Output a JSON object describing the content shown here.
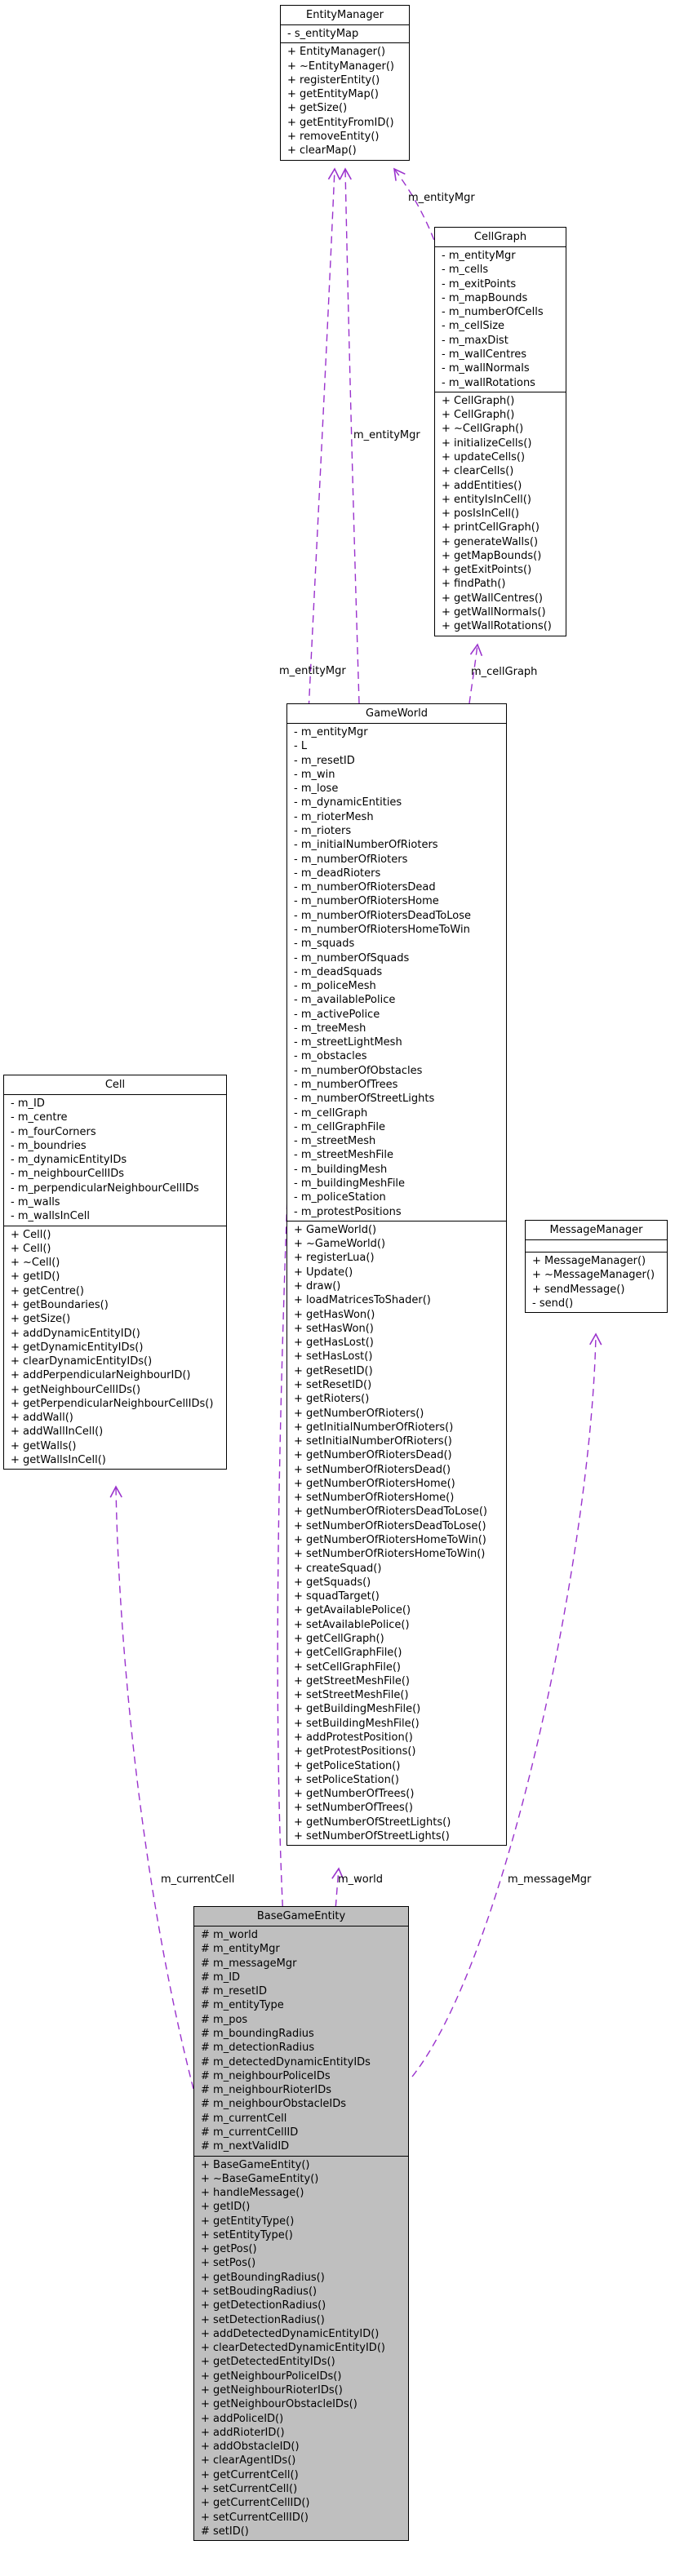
{
  "classes": {
    "entity_manager": {
      "name": "EntityManager",
      "attributes": [
        "- s_entityMap"
      ],
      "methods": [
        "+ EntityManager()",
        "+ ~EntityManager()",
        "+ registerEntity()",
        "+ getEntityMap()",
        "+ getSize()",
        "+ getEntityFromID()",
        "+ removeEntity()",
        "+ clearMap()"
      ]
    },
    "cell_graph": {
      "name": "CellGraph",
      "attributes": [
        "- m_entityMgr",
        "- m_cells",
        "- m_exitPoints",
        "- m_mapBounds",
        "- m_numberOfCells",
        "- m_cellSize",
        "- m_maxDist",
        "- m_wallCentres",
        "- m_wallNormals",
        "- m_wallRotations"
      ],
      "methods": [
        "+ CellGraph()",
        "+ CellGraph()",
        "+ ~CellGraph()",
        "+ initializeCells()",
        "+ updateCells()",
        "+ clearCells()",
        "+ addEntities()",
        "+ entityIsInCell()",
        "+ posIsInCell()",
        "+ printCellGraph()",
        "+ generateWalls()",
        "+ getMapBounds()",
        "+ getExitPoints()",
        "+ findPath()",
        "+ getWallCentres()",
        "+ getWallNormals()",
        "+ getWallRotations()"
      ]
    },
    "game_world": {
      "name": "GameWorld",
      "attributes": [
        "- m_entityMgr",
        "- L",
        "- m_resetID",
        "- m_win",
        "- m_lose",
        "- m_dynamicEntities",
        "- m_rioterMesh",
        "- m_rioters",
        "- m_initialNumberOfRioters",
        "- m_numberOfRioters",
        "- m_deadRioters",
        "- m_numberOfRiotersDead",
        "- m_numberOfRiotersHome",
        "- m_numberOfRiotersDeadToLose",
        "- m_numberOfRiotersHomeToWin",
        "- m_squads",
        "- m_numberOfSquads",
        "- m_deadSquads",
        "- m_policeMesh",
        "- m_availablePolice",
        "- m_activePolice",
        "- m_treeMesh",
        "- m_streetLightMesh",
        "- m_obstacles",
        "- m_numberOfObstacles",
        "- m_numberOfTrees",
        "- m_numberOfStreetLights",
        "- m_cellGraph",
        "- m_cellGraphFile",
        "- m_streetMesh",
        "- m_streetMeshFile",
        "- m_buildingMesh",
        "- m_buildingMeshFile",
        "- m_policeStation",
        "- m_protestPositions"
      ],
      "methods": [
        "+ GameWorld()",
        "+ ~GameWorld()",
        "+ registerLua()",
        "+ Update()",
        "+ draw()",
        "+ loadMatricesToShader()",
        "+ getHasWon()",
        "+ setHasWon()",
        "+ getHasLost()",
        "+ setHasLost()",
        "+ getResetID()",
        "+ setResetID()",
        "+ getRioters()",
        "+ getNumberOfRioters()",
        "+ getInitialNumberOfRioters()",
        "+ setInitialNumberOfRioters()",
        "+ getNumberOfRiotersDead()",
        "+ setNumberOfRiotersDead()",
        "+ getNumberOfRiotersHome()",
        "+ setNumberOfRiotersHome()",
        "+ getNumberOfRiotersDeadToLose()",
        "+ setNumberOfRiotersDeadToLose()",
        "+ getNumberOfRiotersHomeToWin()",
        "+ setNumberOfRiotersHomeToWin()",
        "+ createSquad()",
        "+ getSquads()",
        "+ squadTarget()",
        "+ getAvailablePolice()",
        "+ setAvailablePolice()",
        "+ getCellGraph()",
        "+ getCellGraphFile()",
        "+ setCellGraphFile()",
        "+ getStreetMeshFile()",
        "+ setStreetMeshFile()",
        "+ getBuildingMeshFile()",
        "+ setBuildingMeshFile()",
        "+ addProtestPosition()",
        "+ getProtestPositions()",
        "+ getPoliceStation()",
        "+ setPoliceStation()",
        "+ getNumberOfTrees()",
        "+ setNumberOfTrees()",
        "+ getNumberOfStreetLights()",
        "+ setNumberOfStreetLights()"
      ]
    },
    "cell": {
      "name": "Cell",
      "attributes": [
        "- m_ID",
        "- m_centre",
        "- m_fourCorners",
        "- m_boundries",
        "- m_dynamicEntityIDs",
        "- m_neighbourCellIDs",
        "- m_perpendicularNeighbourCellIDs",
        "- m_walls",
        "- m_wallsInCell"
      ],
      "methods": [
        "+ Cell()",
        "+ Cell()",
        "+ ~Cell()",
        "+ getID()",
        "+ getCentre()",
        "+ getBoundaries()",
        "+ getSize()",
        "+ addDynamicEntityID()",
        "+ getDynamicEntityIDs()",
        "+ clearDynamicEntityIDs()",
        "+ addPerpendicularNeighbourID()",
        "+ getNeighbourCellIDs()",
        "+ getPerpendicularNeighbourCellIDs()",
        "+ addWall()",
        "+ addWallInCell()",
        "+ getWalls()",
        "+ getWallsInCell()"
      ]
    },
    "message_manager": {
      "name": "MessageManager",
      "attributes": [],
      "methods": [
        "+ MessageManager()",
        "+ ~MessageManager()",
        "+ sendMessage()",
        "- send()"
      ]
    },
    "base_game_entity": {
      "name": "BaseGameEntity",
      "attributes": [
        "# m_world",
        "# m_entityMgr",
        "# m_messageMgr",
        "# m_ID",
        "# m_resetID",
        "# m_entityType",
        "# m_pos",
        "# m_boundingRadius",
        "# m_detectionRadius",
        "# m_detectedDynamicEntityIDs",
        "# m_neighbourPoliceIDs",
        "# m_neighbourRioterIDs",
        "# m_neighbourObstacleIDs",
        "# m_currentCell",
        "# m_currentCellID",
        "# m_nextValidID"
      ],
      "methods": [
        "+ BaseGameEntity()",
        "+ ~BaseGameEntity()",
        "+ handleMessage()",
        "+ getID()",
        "+ getEntityType()",
        "+ setEntityType()",
        "+ getPos()",
        "+ setPos()",
        "+ getBoundingRadius()",
        "+ setBoudingRadius()",
        "+ getDetectionRadius()",
        "+ setDetectionRadius()",
        "+ addDetectedDynamicEntityID()",
        "+ clearDetectedDynamicEntityID()",
        "+ getDetectedEntityIDs()",
        "+ getNeighbourPoliceIDs()",
        "+ getNeighbourRioterIDs()",
        "+ getNeighbourObstacleIDs()",
        "+ addPoliceID()",
        "+ addRioterID()",
        "+ addObstacleID()",
        "+ clearAgentIDs()",
        "+ getCurrentCell()",
        "+ setCurrentCell()",
        "+ getCurrentCellID()",
        "+ setCurrentCellID()",
        "# setID()"
      ]
    }
  },
  "edges": {
    "cellgraph_to_entitymanager": "m_entityMgr",
    "gameworld_to_entitymanager": "m_entityMgr",
    "baseentity_to_entitymanager": "m_entityMgr",
    "gameworld_to_cellgraph": "m_cellGraph",
    "baseentity_to_gameworld": "m_world",
    "baseentity_to_cell": "m_currentCell",
    "baseentity_to_messagemanager": "m_messageMgr"
  },
  "colors": {
    "edge": "#9a32cd",
    "shaded_box": "#bfbfbf"
  }
}
